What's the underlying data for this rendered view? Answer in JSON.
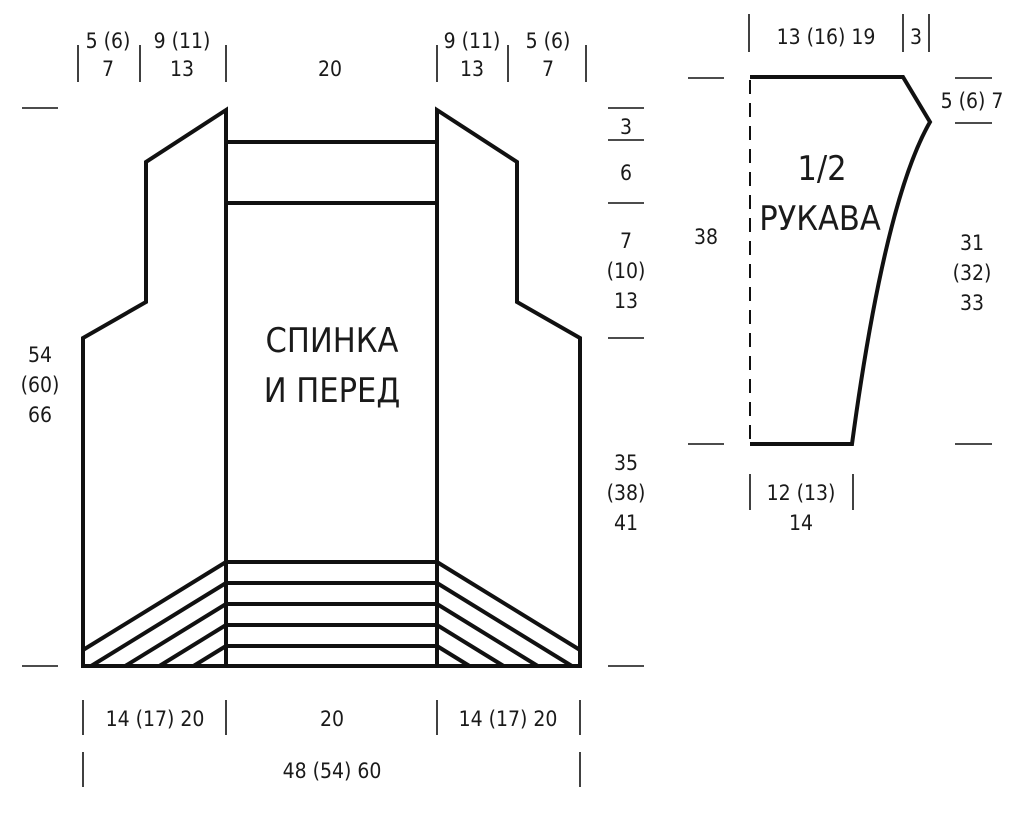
{
  "vest": {
    "label_line1": "СПИНКА",
    "label_line2": "И ПЕРЕД",
    "top": {
      "left_shoulder_a": "5 (6)",
      "left_shoulder_b": "7",
      "left_neck_a": "9 (11)",
      "left_neck_b": "13",
      "center": "20",
      "right_neck_a": "9 (11)",
      "right_neck_b": "13",
      "right_shoulder_a": "5 (6)",
      "right_shoulder_b": "7"
    },
    "left": {
      "height_a": "54",
      "height_b": "(60)",
      "height_c": "66"
    },
    "right": {
      "band": "3",
      "collar": "6",
      "armhole_a": "7",
      "armhole_b": "(10)",
      "armhole_c": "13",
      "body_a": "35",
      "body_b": "(38)",
      "body_c": "41"
    },
    "bottom": {
      "left": "14 (17) 20",
      "center": "20",
      "right": "14 (17) 20",
      "total": "48 (54) 60"
    }
  },
  "sleeve": {
    "label_line1": "1/2",
    "label_line2": "РУКАВА",
    "top_width": "13 (16) 19",
    "top_extra": "3",
    "cap_height": "5 (6) 7",
    "left_height": "38",
    "right_a": "31",
    "right_b": "(32)",
    "right_c": "33",
    "bottom_a": "12 (13)",
    "bottom_b": "14"
  }
}
